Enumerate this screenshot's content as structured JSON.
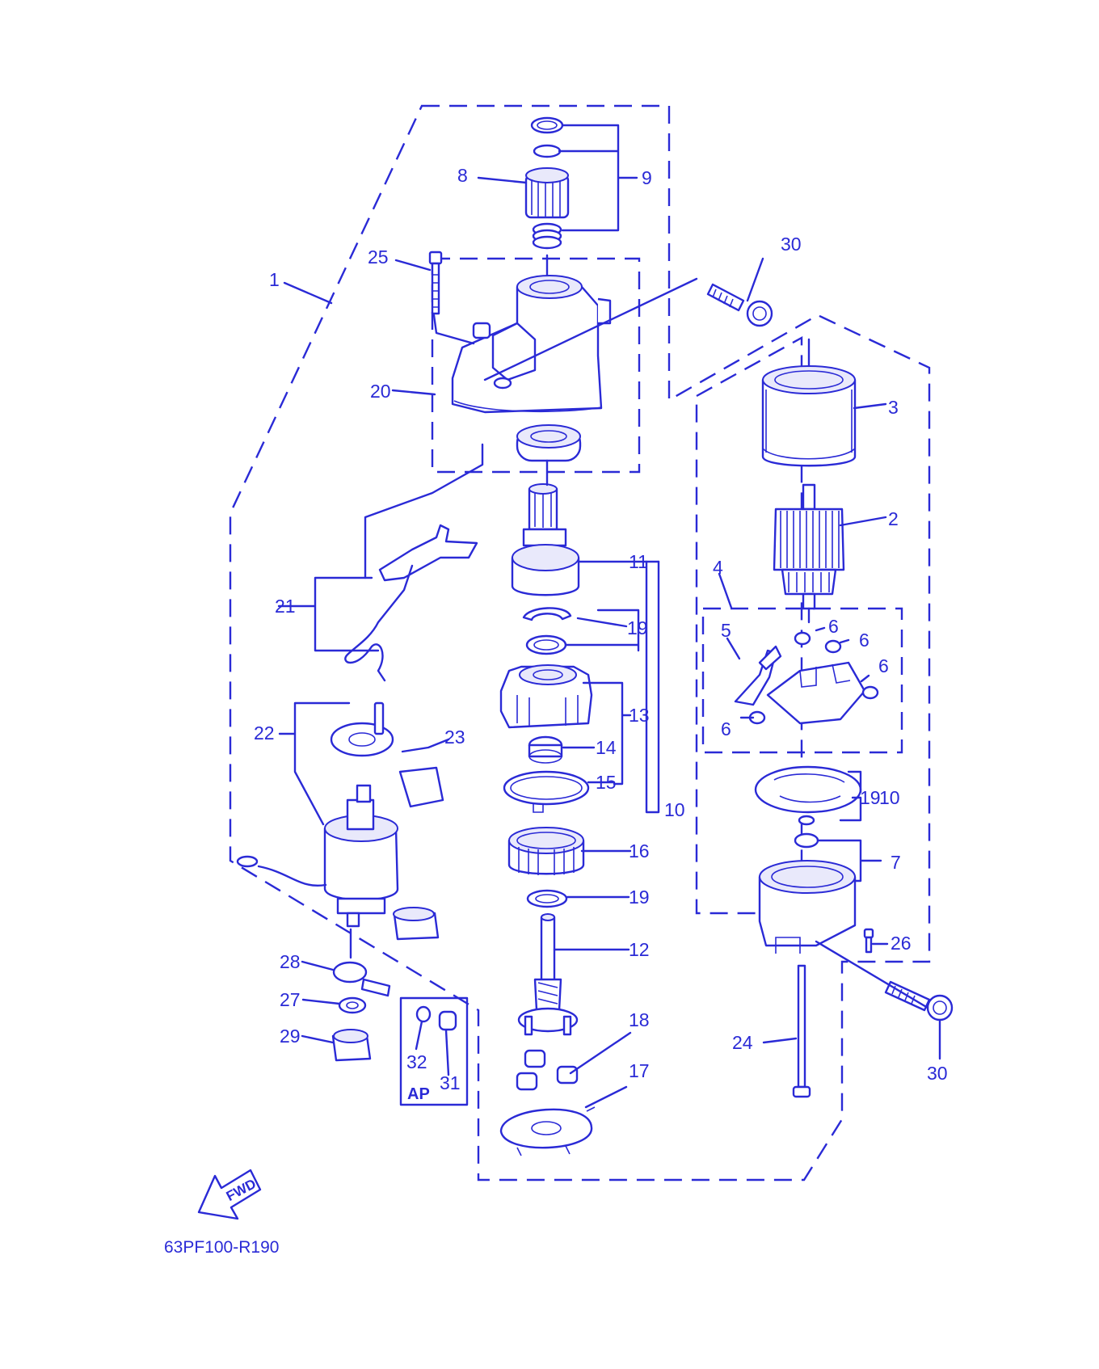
{
  "diagram": {
    "drawing_code": "63PF100-R190",
    "direction_label": "FWD",
    "kit_label": "AP",
    "callouts": {
      "c1": "1",
      "c2": "2",
      "c3": "3",
      "c4": "4",
      "c5": "5",
      "c6a": "6",
      "c6b": "6",
      "c6c": "6",
      "c6d": "6",
      "c7": "7",
      "c8": "8",
      "c9": "9",
      "c10a": "10",
      "c10b": "10",
      "c11": "11",
      "c12": "12",
      "c13": "13",
      "c14": "14",
      "c15": "15",
      "c16": "16",
      "c17": "17",
      "c18": "18",
      "c19a": "19",
      "c19b": "19",
      "c19c": "19",
      "c20": "20",
      "c21": "21",
      "c22": "22",
      "c23": "23",
      "c24": "24",
      "c25": "25",
      "c26": "26",
      "c27": "27",
      "c28": "28",
      "c29": "29",
      "c30a": "30",
      "c30b": "30",
      "c31": "31",
      "c32": "32"
    },
    "line_color": "#2a2ad6"
  }
}
